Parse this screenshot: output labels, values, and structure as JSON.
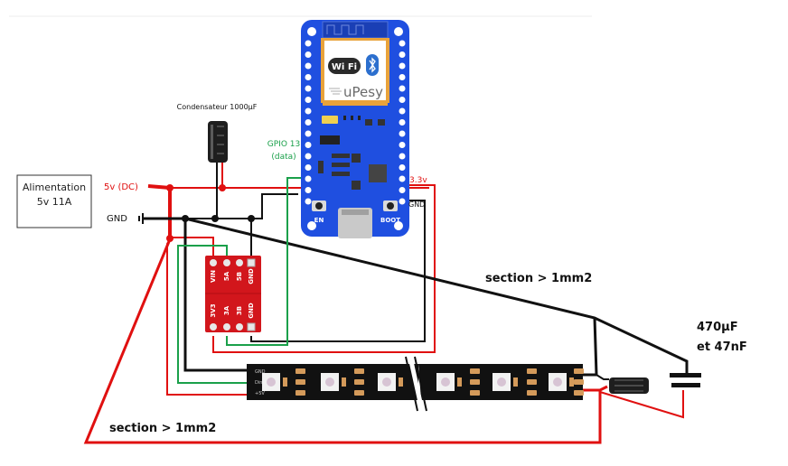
{
  "diagram": {
    "title": "ESP32 uPesy + LED strip wiring",
    "power_supply": {
      "line1": "Alimentation",
      "line2": "5v 11A"
    },
    "labels": {
      "five_v": "5v (DC)",
      "gnd": "GND",
      "capacitor_main": "Condensateur 1000µF",
      "gpio_line1": "GPIO 13",
      "gpio_line2": "(data)",
      "board_3v3": "3.3v",
      "board_gnd": "GND",
      "section_top": "section > 1mm2",
      "section_bottom": "section > 1mm2",
      "cap_end_line1": "470µF",
      "cap_end_line2": "et 47nF"
    },
    "board": {
      "name": "uPesy",
      "wifi_text": "Wi Fi",
      "bluetooth": "bluetooth-icon",
      "button_en": "EN",
      "button_boot": "BOOT"
    },
    "level_shifter": {
      "top_pins": [
        "VIN",
        "5A",
        "5B",
        "GND"
      ],
      "bottom_pins": [
        "3V3",
        "3A",
        "3B",
        "GND"
      ]
    },
    "led_strip": {
      "pad_labels": [
        "GND",
        "Din",
        "+5V"
      ],
      "led_count": 6
    },
    "colors": {
      "power": "#e01010",
      "ground": "#000000",
      "data": "#1aa04a",
      "board": "#1f4fe0",
      "shifter": "#d2161c",
      "strip": "#111111",
      "pad": "#d49a5a"
    }
  }
}
